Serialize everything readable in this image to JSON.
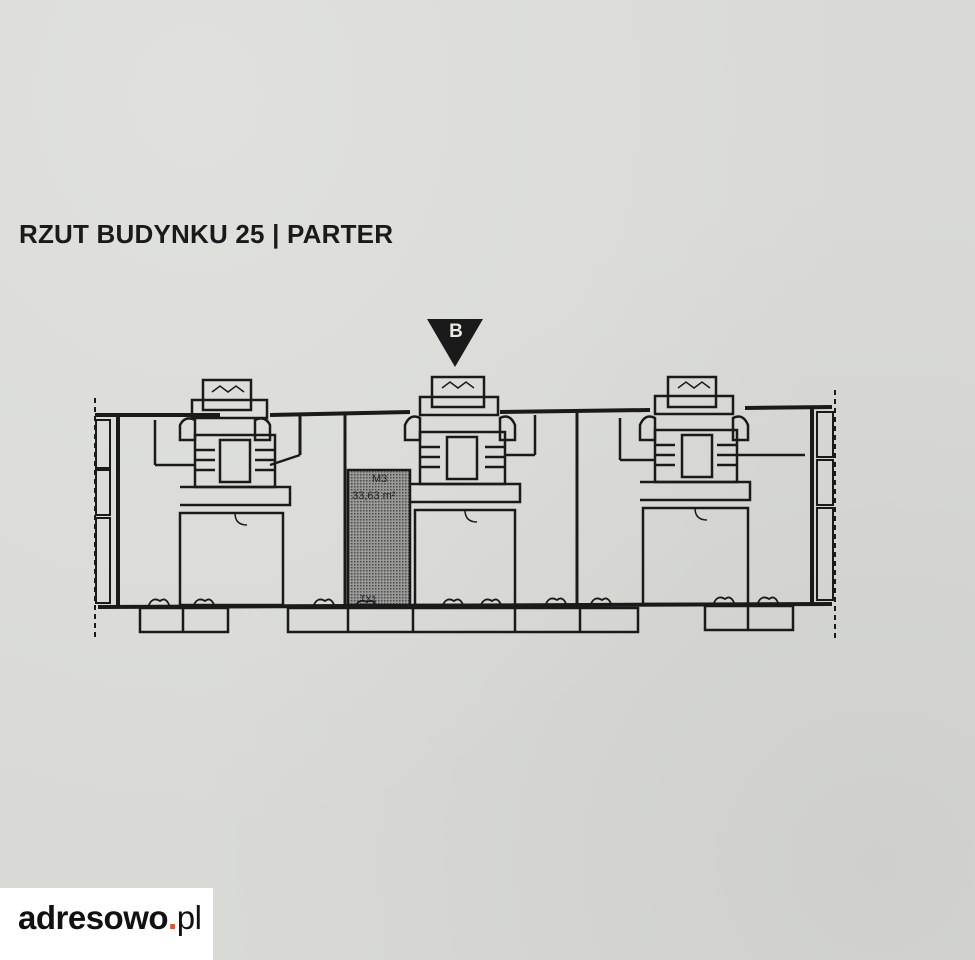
{
  "plan": {
    "title": "RZUT BUDYNKU 25 | PARTER",
    "section_marker": "B",
    "unit": {
      "id": "M3",
      "area": "33,63 m²",
      "extra_label": "TX1"
    }
  },
  "watermark": {
    "name": "adresowo",
    "dot": ".",
    "tld": "pl"
  },
  "colors": {
    "paper": "#d9dad6",
    "ink": "#1a1a1a",
    "logo_accent": "#e8501d"
  }
}
